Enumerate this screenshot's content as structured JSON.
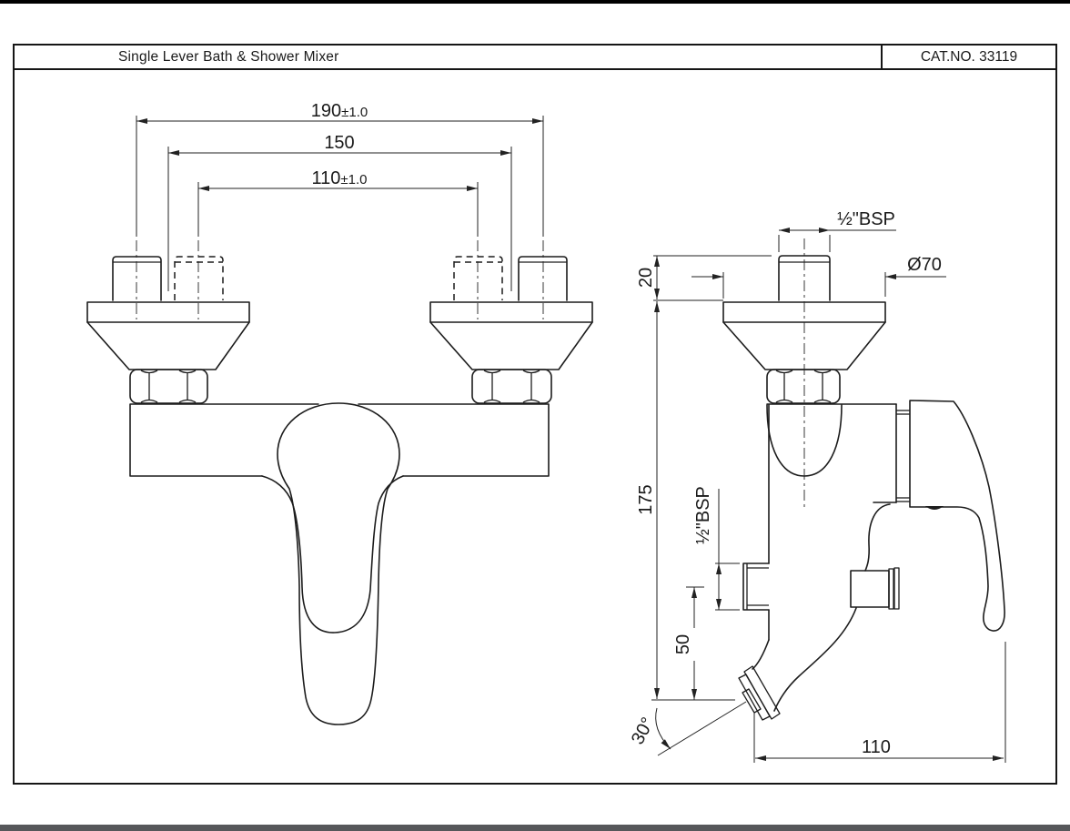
{
  "page": {
    "top_bar_color": "#000000",
    "footer_bar_color": "#56575a",
    "paper_color": "#ffffff",
    "line_color": "#1c1c1c"
  },
  "title_block": {
    "product_title": "Single Lever Bath & Shower Mixer",
    "catalog_number": "CAT.NO. 33119"
  },
  "drawing": {
    "front_view": {
      "dim_outer_inlets": {
        "value": "190",
        "tolerance": "±1.0"
      },
      "dim_flange_centers": {
        "value": "150"
      },
      "dim_inner_inlets": {
        "value": "110",
        "tolerance": "±1.0"
      }
    },
    "side_view": {
      "dim_inlet_thread": "½\"BSP",
      "dim_flange_diameter": "Ø70",
      "dim_inlet_projection": "20",
      "dim_overall_height": "175",
      "dim_shower_outlet_thread": "½\"BSP",
      "dim_outlet_drop": "50",
      "dim_spout_angle": "30°",
      "dim_spout_reach": "110"
    }
  }
}
